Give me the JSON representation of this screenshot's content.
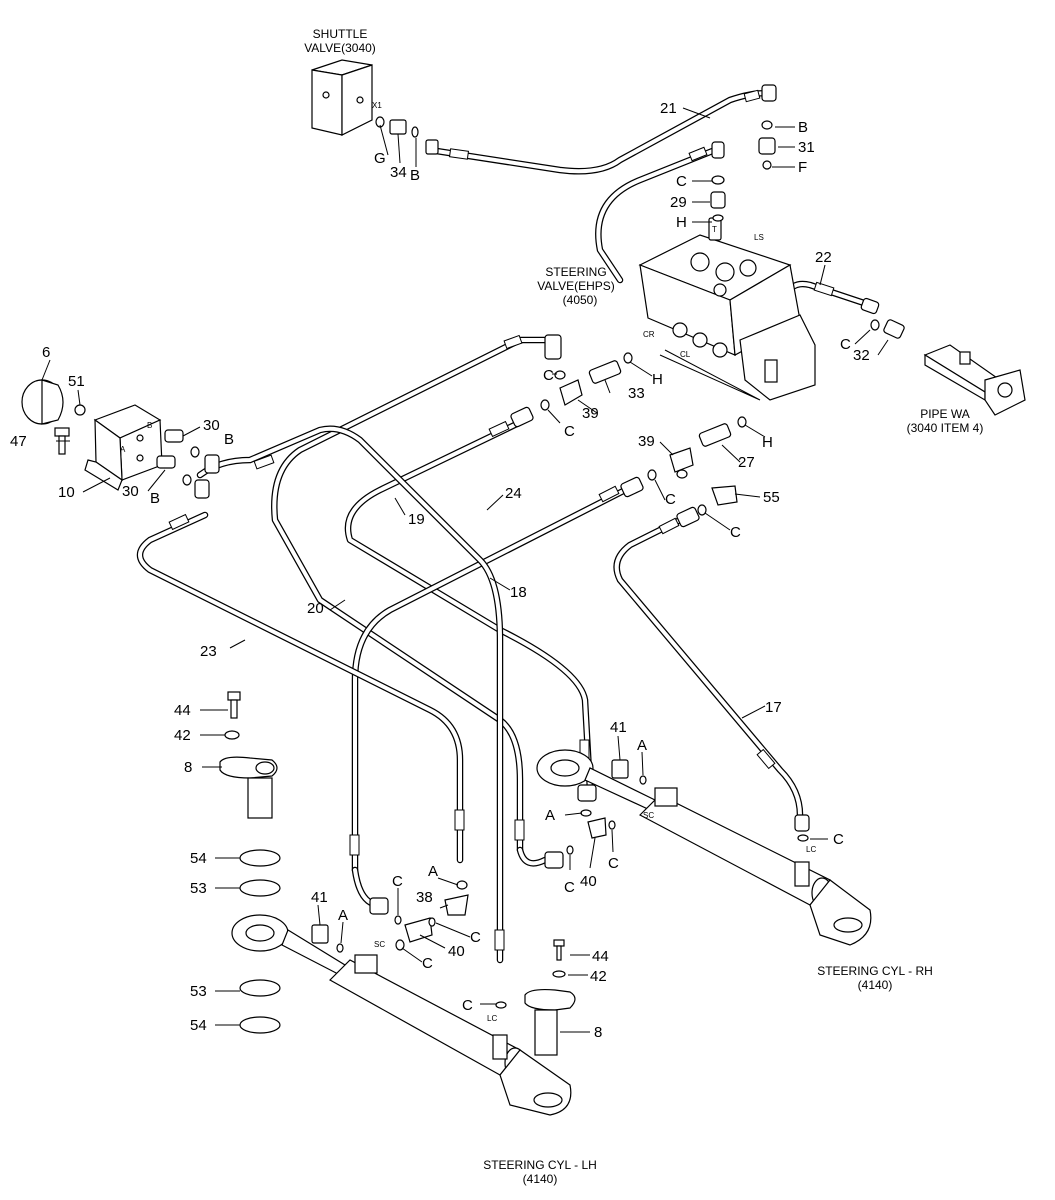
{
  "titles": {
    "shuttle_valve": [
      "SHUTTLE",
      "VALVE(3040)"
    ],
    "steering_valve": [
      "STEERING",
      "VALVE(EHPS)",
      "(4050)"
    ],
    "pipe_wa": [
      "PIPE WA",
      "(3040 ITEM 4)"
    ],
    "cyl_rh": [
      "STEERING CYL - RH",
      "(4140)"
    ],
    "cyl_lh": [
      "STEERING CYL - LH",
      "(4140)"
    ]
  },
  "port_marks": {
    "x1": "X1",
    "t": "T",
    "ls": "LS",
    "cr": "CR",
    "cl": "CL",
    "bracket_b": "B",
    "bracket_a": "A",
    "sc_rh": "SC",
    "lc_rh": "LC",
    "sc_lh": "SC",
    "lc_lh": "LC"
  },
  "callouts": [
    {
      "id": "21",
      "text": "21"
    },
    {
      "id": "B_top",
      "text": "B"
    },
    {
      "id": "31",
      "text": "31"
    },
    {
      "id": "F",
      "text": "F"
    },
    {
      "id": "C_top",
      "text": "C"
    },
    {
      "id": "29",
      "text": "29"
    },
    {
      "id": "H_top",
      "text": "H"
    },
    {
      "id": "22",
      "text": "22"
    },
    {
      "id": "G",
      "text": "G"
    },
    {
      "id": "34",
      "text": "34"
    },
    {
      "id": "B_shuttle",
      "text": "B"
    },
    {
      "id": "C_32",
      "text": "C"
    },
    {
      "id": "32",
      "text": "32"
    },
    {
      "id": "6",
      "text": "6"
    },
    {
      "id": "51",
      "text": "51"
    },
    {
      "id": "47",
      "text": "47"
    },
    {
      "id": "10",
      "text": "10"
    },
    {
      "id": "30a",
      "text": "30"
    },
    {
      "id": "B_30a",
      "text": "B"
    },
    {
      "id": "30b",
      "text": "30"
    },
    {
      "id": "B_30b",
      "text": "B"
    },
    {
      "id": "C_39a",
      "text": "C"
    },
    {
      "id": "H_33",
      "text": "H"
    },
    {
      "id": "33",
      "text": "33"
    },
    {
      "id": "39a",
      "text": "39"
    },
    {
      "id": "C_39b",
      "text": "C"
    },
    {
      "id": "39b",
      "text": "39"
    },
    {
      "id": "H_27",
      "text": "H"
    },
    {
      "id": "27",
      "text": "27"
    },
    {
      "id": "C_39c",
      "text": "C"
    },
    {
      "id": "55",
      "text": "55"
    },
    {
      "id": "C_55",
      "text": "C"
    },
    {
      "id": "24",
      "text": "24"
    },
    {
      "id": "19",
      "text": "19"
    },
    {
      "id": "18",
      "text": "18"
    },
    {
      "id": "20",
      "text": "20"
    },
    {
      "id": "23",
      "text": "23"
    },
    {
      "id": "17",
      "text": "17"
    },
    {
      "id": "44a",
      "text": "44"
    },
    {
      "id": "42a",
      "text": "42"
    },
    {
      "id": "8a",
      "text": "8"
    },
    {
      "id": "54a",
      "text": "54"
    },
    {
      "id": "53a",
      "text": "53"
    },
    {
      "id": "53b",
      "text": "53"
    },
    {
      "id": "54b",
      "text": "54"
    },
    {
      "id": "41a",
      "text": "41"
    },
    {
      "id": "A_41a",
      "text": "A"
    },
    {
      "id": "A_lh",
      "text": "A"
    },
    {
      "id": "C_lh",
      "text": "C"
    },
    {
      "id": "38",
      "text": "38"
    },
    {
      "id": "C_38",
      "text": "C"
    },
    {
      "id": "C_40a",
      "text": "C"
    },
    {
      "id": "40a",
      "text": "40"
    },
    {
      "id": "C_lc_lh",
      "text": "C"
    },
    {
      "id": "44b",
      "text": "44"
    },
    {
      "id": "42b",
      "text": "42"
    },
    {
      "id": "8b",
      "text": "8"
    },
    {
      "id": "41b",
      "text": "41"
    },
    {
      "id": "A_41b",
      "text": "A"
    },
    {
      "id": "A_rh",
      "text": "A"
    },
    {
      "id": "C_40b1",
      "text": "C"
    },
    {
      "id": "40b",
      "text": "40"
    },
    {
      "id": "C_40b2",
      "text": "C"
    },
    {
      "id": "C_lc_rh",
      "text": "C"
    }
  ]
}
